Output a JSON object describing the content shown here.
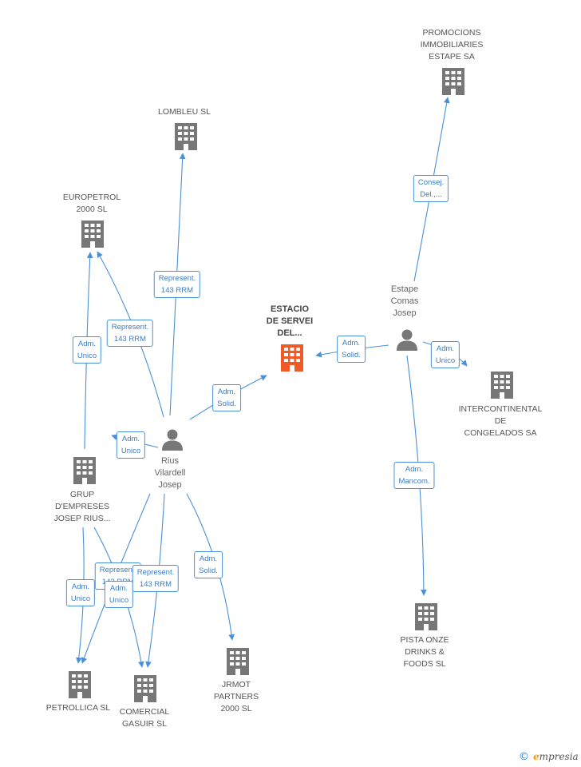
{
  "colors": {
    "edge": "#4a90d9",
    "company": "#777777",
    "main_company": "#f05a28",
    "person": "#777777"
  },
  "companies": [
    {
      "id": "promocions",
      "label": "PROMOCIONS\nIMMOBILIARIES\nESTAPE SA",
      "main": false
    },
    {
      "id": "lombleu",
      "label": "LOMBLEU  SL",
      "main": false
    },
    {
      "id": "europetrol",
      "label": "EUROPETROL\n2000 SL",
      "main": false
    },
    {
      "id": "estacio",
      "label": "ESTACIO\nDE SERVEI\nDEL...",
      "main": true
    },
    {
      "id": "intercontinental",
      "label": "INTERCONTINENTAL\nDE\nCONGELADOS SA",
      "main": false
    },
    {
      "id": "grup",
      "label": "GRUP\nD'EMPRESES\nJOSEP RIUS...",
      "main": false
    },
    {
      "id": "pista",
      "label": "PISTA ONZE\nDRINKS &\nFOODS  SL",
      "main": false
    },
    {
      "id": "jrmot",
      "label": "JRMOT\nPARTNERS\n2000  SL",
      "main": false
    },
    {
      "id": "petrollica",
      "label": "PETROLLICA SL",
      "main": false
    },
    {
      "id": "comercial",
      "label": "COMERCIAL\nGASUIR SL",
      "main": false
    }
  ],
  "persons": [
    {
      "id": "estape",
      "label": "Estape\nComas\nJosep"
    },
    {
      "id": "rius",
      "label": "Rius\nVilardell\nJosep"
    }
  ],
  "relations": [
    {
      "id": "r1",
      "label": "Consej.\nDel.,..."
    },
    {
      "id": "r2",
      "label": "Adm.\nSolid."
    },
    {
      "id": "r3",
      "label": "Adm.\nUnico"
    },
    {
      "id": "r4",
      "label": "Adm.\nMancom."
    },
    {
      "id": "r5",
      "label": "Represent.\n143 RRM"
    },
    {
      "id": "r6",
      "label": "Represent.\n143 RRM"
    },
    {
      "id": "r7",
      "label": "Adm.\nUnico"
    },
    {
      "id": "r8",
      "label": "Adm.\nSolid."
    },
    {
      "id": "r9",
      "label": "Adm.\nUnico"
    },
    {
      "id": "r10",
      "label": "Adm.\nSolid."
    },
    {
      "id": "r11",
      "label": "Represent.\n143 RRM"
    },
    {
      "id": "r12",
      "label": "Adm.\nUnico"
    },
    {
      "id": "r13",
      "label": "Adm.\nUnico"
    },
    {
      "id": "r14",
      "label": "Represent.\n143 RRM"
    }
  ],
  "footer": {
    "copyright": "©",
    "brand_e": "e",
    "brand_rest": "mpresia"
  }
}
